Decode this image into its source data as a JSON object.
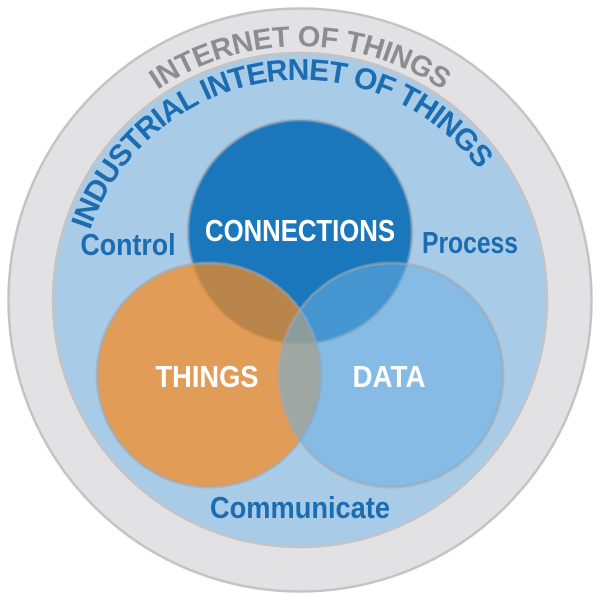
{
  "diagram": {
    "outer_ring": {
      "label": "INTERNET OF THINGS",
      "fill": "#e2e2e4",
      "border": "#c4c4c7",
      "text_color": "#8d8d90"
    },
    "inner_circle": {
      "label": "INDUSTRIAL INTERNET OF THINGS",
      "fill": "#a8cbe8",
      "border": "#c4c4c7",
      "text_color": "#1b6cb0"
    },
    "venn_circles": [
      {
        "id": "connections",
        "label": "CONNECTIONS",
        "fill": "#1b77bc"
      },
      {
        "id": "things",
        "label": "THINGS",
        "fill": "rgba(246,139,31,0.72)"
      },
      {
        "id": "data",
        "label": "DATA",
        "fill": "rgba(103,175,224,0.55)"
      }
    ],
    "venn_label_color": "#ffffff",
    "venn_stroke": "rgba(160,168,175,0.55)",
    "edge_labels": [
      {
        "id": "control",
        "text": "Control",
        "position": "left"
      },
      {
        "id": "process",
        "text": "Process",
        "position": "right"
      },
      {
        "id": "communicate",
        "text": "Communicate",
        "position": "bottom"
      }
    ],
    "edge_label_color": "#1b6cb0"
  }
}
